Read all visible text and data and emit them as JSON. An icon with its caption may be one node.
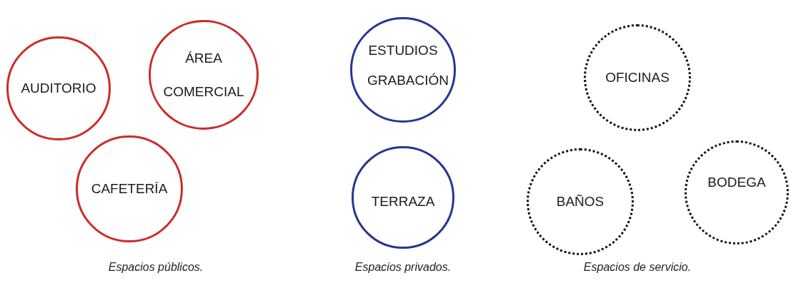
{
  "diagram": {
    "nodes": [
      {
        "text": [
          "AUDITORIO"
        ]
      },
      {
        "text": [
          "ÁREA COMERCIAL"
        ]
      },
      {
        "text": [
          "CAFETERÍA"
        ]
      },
      {
        "text": [
          "ESTUDIOS GRABACIÓN"
        ]
      },
      {
        "text": [
          "TERRAZA"
        ]
      },
      {
        "text": [
          "OFICINAS"
        ]
      },
      {
        "text": [
          "BAÑOS"
        ]
      },
      {
        "text": [
          "BODEGA"
        ]
      }
    ],
    "edges": [],
    "labels": [
      "Espacios públicos.",
      "Espacios privados.",
      "Espacios de servicio."
    ]
  }
}
